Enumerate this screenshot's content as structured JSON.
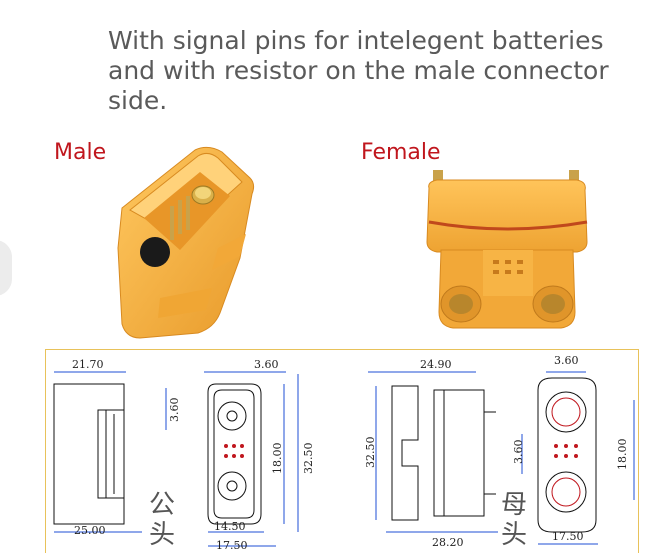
{
  "headline": {
    "line1": "With signal pins for intelegent batteries",
    "line2": "and with resistor on the male connector",
    "line3": "side."
  },
  "labels": {
    "male": "Male",
    "female": "Female"
  },
  "colors": {
    "label_red": "#c0161d",
    "connector_yellow": "#f5b23c",
    "dimension_blue": "#1f4fd6",
    "frame_gold": "#e8c25a"
  },
  "drawing": {
    "male": {
      "top_width": "21.70",
      "top_pin_gap": "3.60",
      "side_pin": "3.60",
      "height_inner": "18.00",
      "height_outer": "32.50",
      "bottom_width": "25.00",
      "face_width_inner": "14.50",
      "face_width_outer": "17.50",
      "chinese_label": "公头"
    },
    "female": {
      "top_width": "24.90",
      "top_pin_gap": "3.60",
      "body_height": "32.50",
      "side_pin": "3.60",
      "height_inner": "18.00",
      "bottom_width": "28.20",
      "face_width": "17.50",
      "chinese_label": "母头"
    }
  }
}
